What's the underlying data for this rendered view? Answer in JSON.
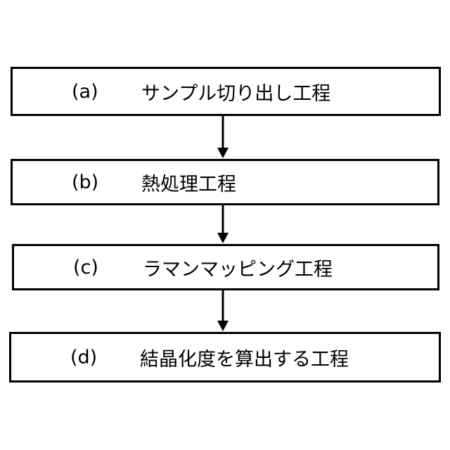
{
  "steps": [
    {
      "label": "(a)",
      "text": "サンプル切り出し工程"
    },
    {
      "label": "(b)",
      "text": "熱処理工程"
    },
    {
      "label": "(c)",
      "text": "ラマンマッピング工程"
    },
    {
      "label": "(d)",
      "text": "結晶化度を算出する工程"
    }
  ],
  "colors": {
    "stroke": "#000000",
    "background": "#ffffff"
  }
}
